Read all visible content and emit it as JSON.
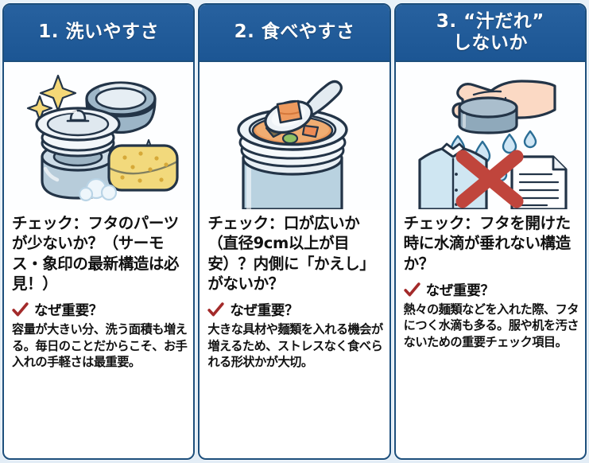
{
  "theme": {
    "header_blue": "#1f5c9e",
    "border_blue": "#1d4f7c",
    "page_background": "#e3edf6",
    "check_red": "#a32a2a",
    "panel_background": "#ffffff"
  },
  "panels": [
    {
      "header": "1. 洗いやすさ",
      "illustration_name": "thermos-jar-sponge-illustration",
      "check_text": "チェック：フタのパーツが少ないか？（サーモス・象印の最新構造は必見！）",
      "why_label": "なぜ重要？",
      "why_text": "容量が大きい分、洗う面積も増える。毎日のことだからこそ、お手入れの手軽さは最重要。"
    },
    {
      "header": "2. 食べやすさ",
      "illustration_name": "soup-jar-spoon-illustration",
      "check_text": "チェック：口が広いか（直径9cm以上が目安）？内側に「かえし」がないか？",
      "why_label": "なぜ重要？",
      "why_text": "大きな具材や麺類を入れる機会が増えるため、ストレスなく食べられる形状かが大切。"
    },
    {
      "header": "3. “汁だれ”\nしないか",
      "illustration_name": "hand-lid-dripping-illustration",
      "check_text": "チェック：フタを開けた時に水滴が垂れない構造か？",
      "why_label": "なぜ重要？",
      "why_text": "熱々の麺類などを入れた際、フタにつく水滴も多る。服や机を汚さないための重要チェック項目。"
    }
  ]
}
